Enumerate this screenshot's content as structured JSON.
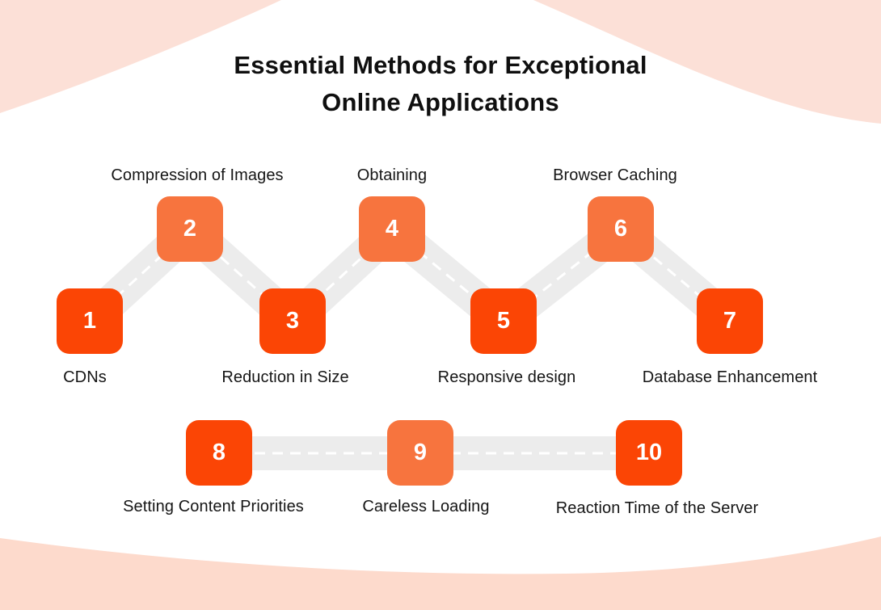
{
  "title": {
    "line1": "Essential Methods for Exceptional",
    "line2": "Online Applications"
  },
  "steps": [
    {
      "number": "1",
      "label": "CDNs"
    },
    {
      "number": "2",
      "label": "Compression of Images"
    },
    {
      "number": "3",
      "label": "Reduction in Size"
    },
    {
      "number": "4",
      "label": "Obtaining"
    },
    {
      "number": "5",
      "label": "Responsive design"
    },
    {
      "number": "6",
      "label": "Browser Caching"
    },
    {
      "number": "7",
      "label": "Database Enhancement"
    },
    {
      "number": "8",
      "label": "Setting Content Priorities"
    },
    {
      "number": "9",
      "label": "Careless Loading"
    },
    {
      "number": "10",
      "label": "Reaction Time of the Server"
    }
  ],
  "palette": {
    "step_dark": "#FB4505",
    "step_light": "#F7743E",
    "connector_band": "#ECECEC",
    "connector_dash": "#FFFFFF",
    "wave_top": "#FCE0D7",
    "wave_bottom": "#FDDACC",
    "title_color": "#0F0F0F",
    "label_color": "#151515"
  }
}
